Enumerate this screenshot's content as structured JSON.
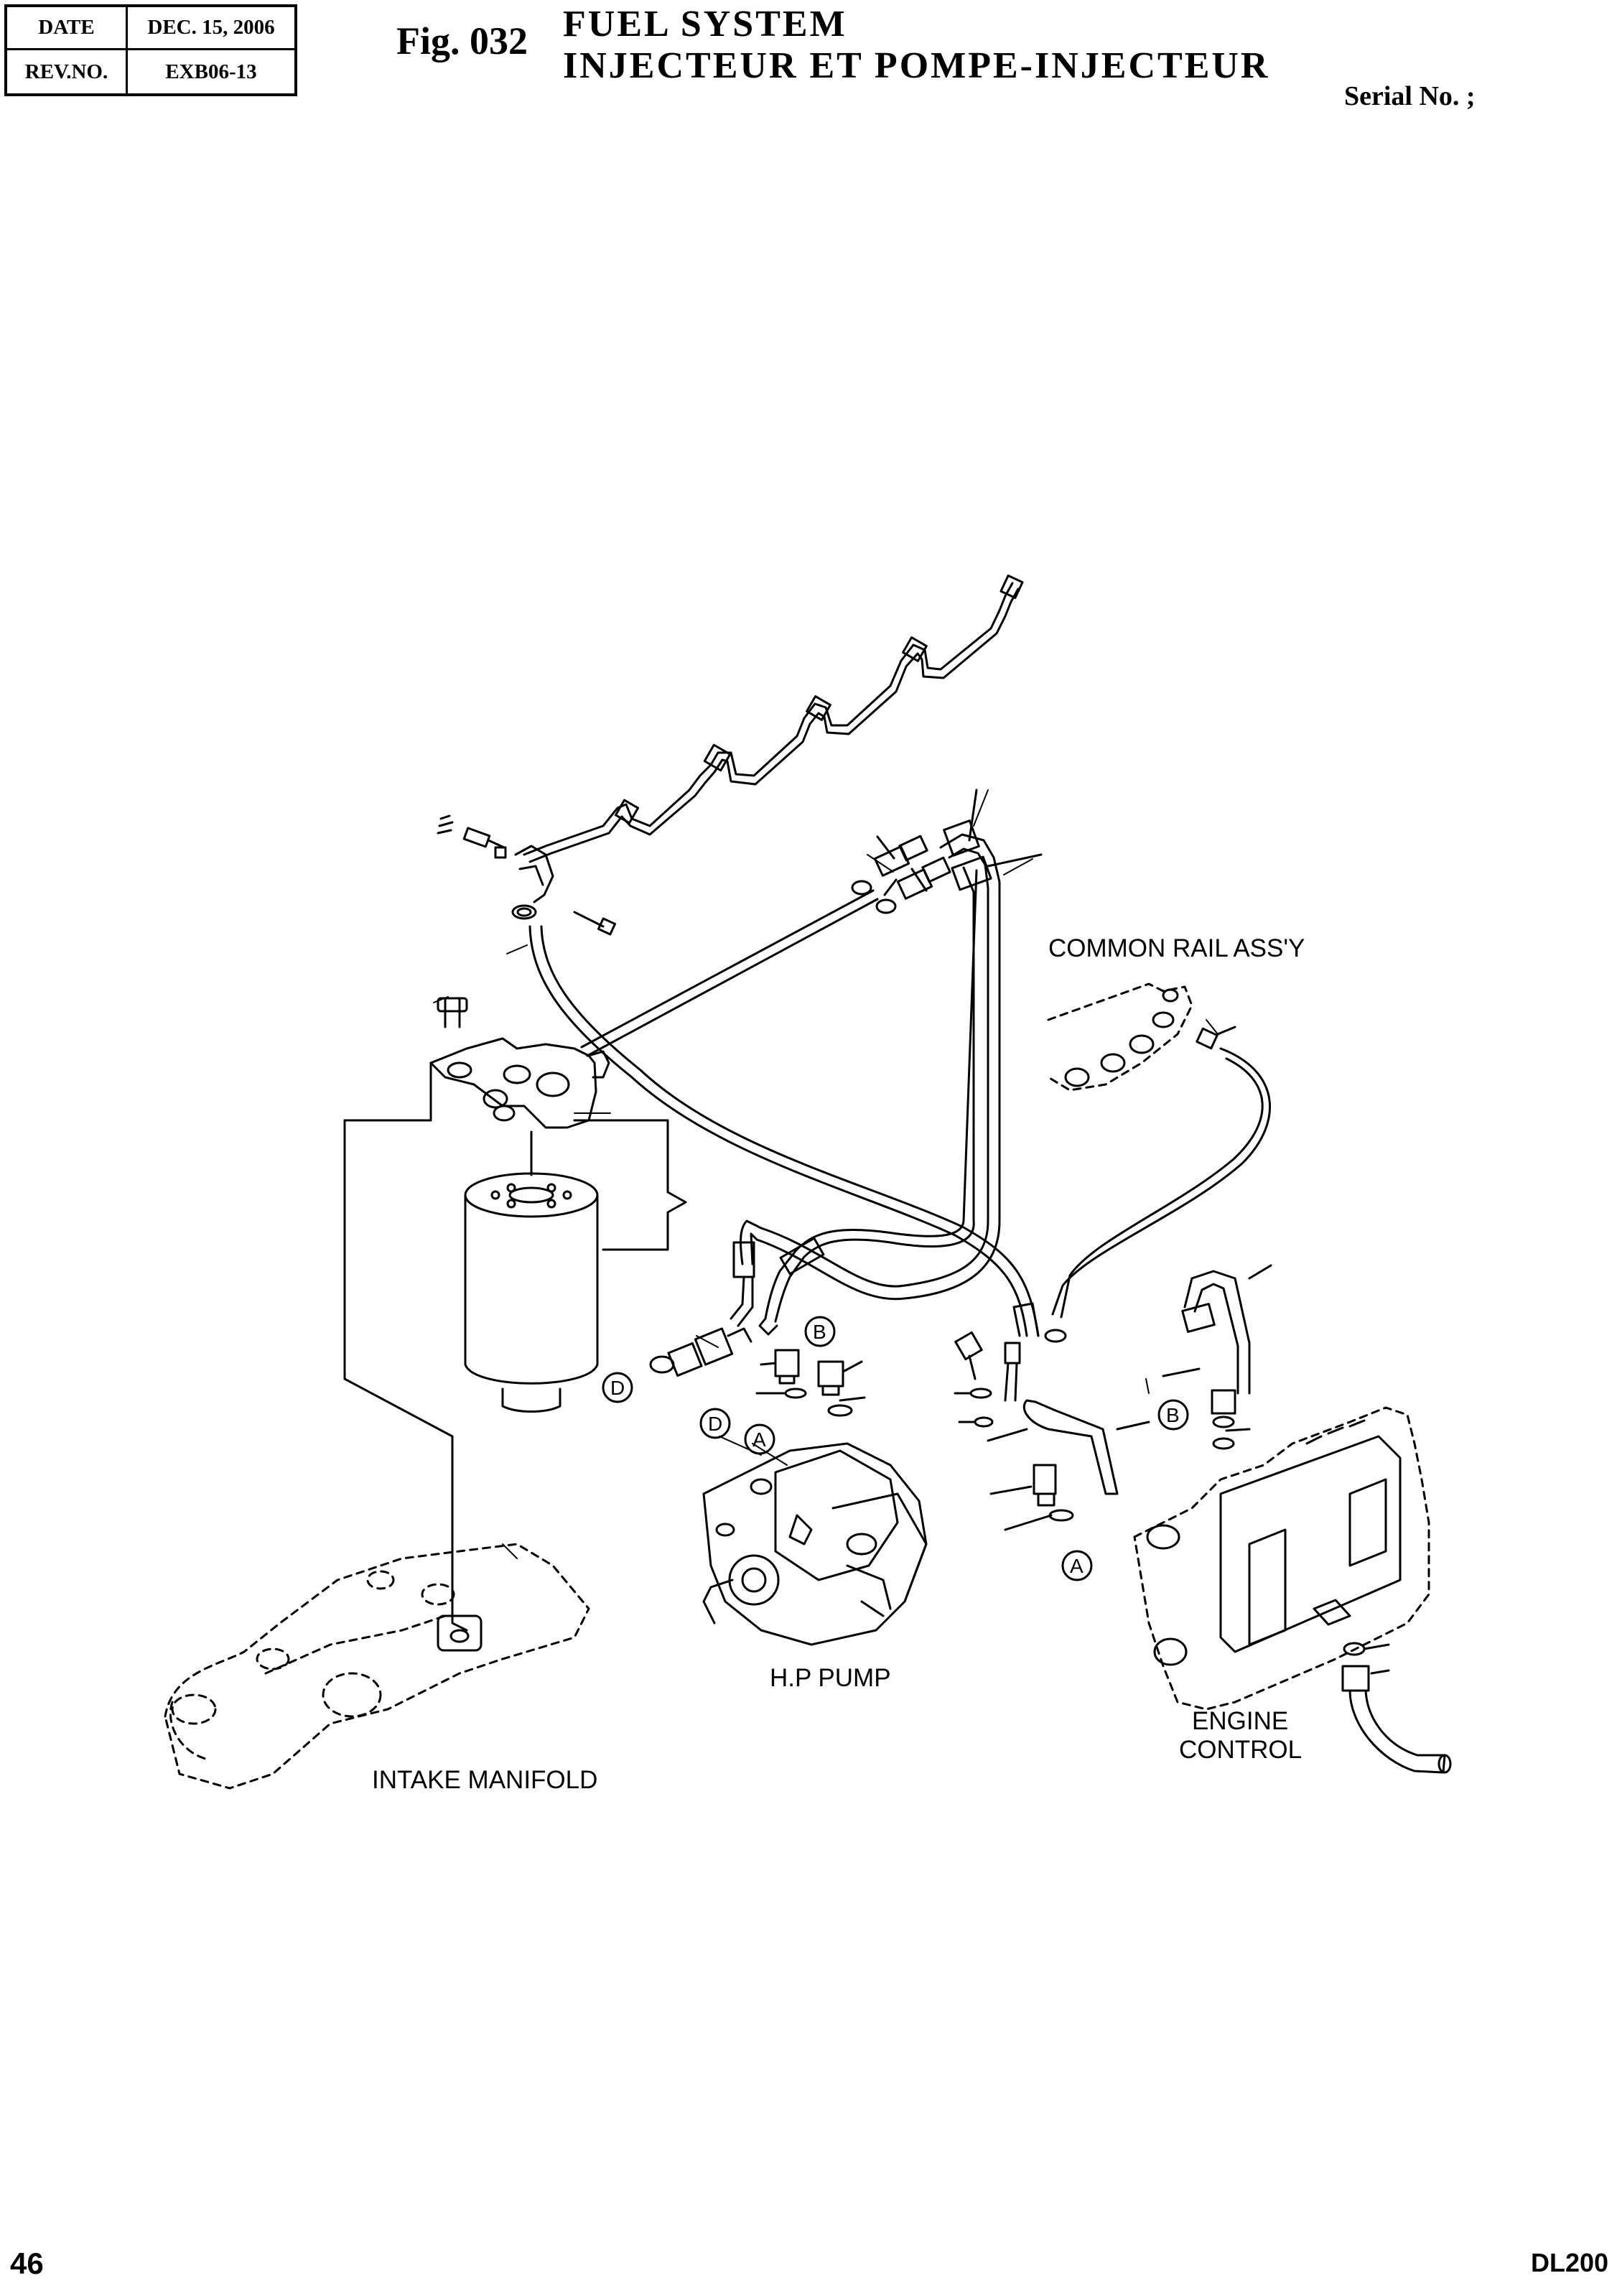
{
  "header": {
    "date_label": "DATE",
    "date_value": "DEC. 15, 2006",
    "rev_label": "REV.NO.",
    "rev_value": "EXB06-13",
    "figure": "Fig. 032",
    "title_line1": "FUEL  SYSTEM",
    "title_line2": "INJECTEUR  ET  POMPE-INJECTEUR",
    "serial": "Serial No. ;"
  },
  "callouts": {
    "common_rail": "COMMON RAIL ASS'Y",
    "hp_pump": "H.P PUMP",
    "intake_manifold": "INTAKE MANIFOLD",
    "engine_control_1": "ENGINE",
    "engine_control_2": "CONTROL"
  },
  "reference_marks": {
    "a": "A",
    "b": "B",
    "d": "D"
  },
  "footer": {
    "page": "46",
    "model": "DL200"
  }
}
